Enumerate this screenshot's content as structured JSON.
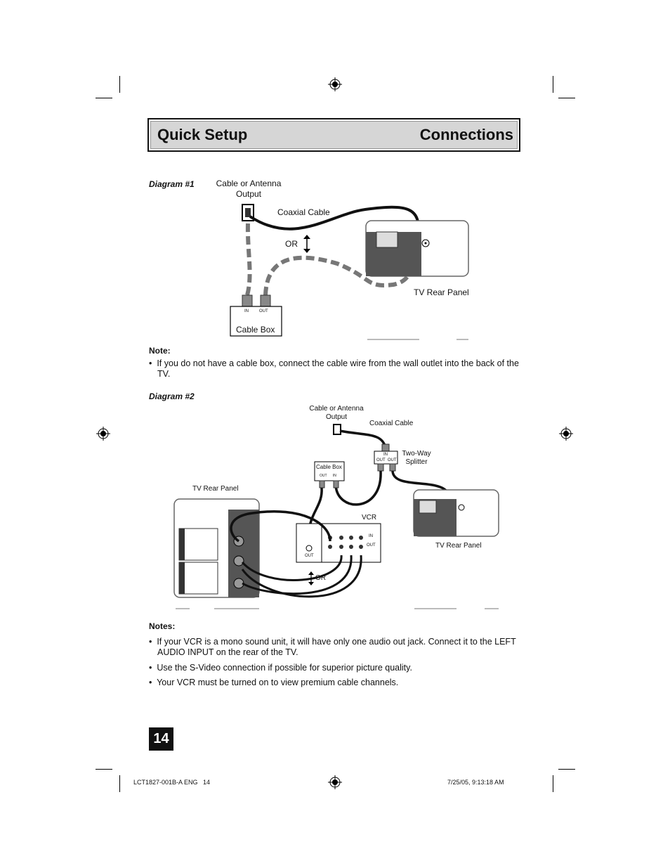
{
  "header": {
    "left_title": "Quick Setup",
    "right_title": "Connections"
  },
  "diagram1": {
    "label": "Diagram #1",
    "cable_output": "Cable or Antenna\nOutput",
    "coaxial_cable": "Coaxial Cable",
    "or": "OR",
    "tv_rear_panel": "TV Rear Panel",
    "cable_box": "Cable Box",
    "in": "IN",
    "out": "OUT"
  },
  "note1": {
    "heading": "Note:",
    "items": [
      "If you do not have a cable box, connect the cable wire from the wall outlet into the back of the TV."
    ]
  },
  "diagram2": {
    "label": "Diagram #2",
    "cable_output": "Cable or Antenna\nOutput",
    "coaxial_cable": "Coaxial Cable",
    "two_way_splitter": "Two-Way\nSplitter",
    "splitter_in": "IN",
    "splitter_out": "OUT  OUT",
    "cable_box": "Cable Box",
    "cable_box_ports": "OUT      IN",
    "tv_rear_panel_left": "TV Rear Panel",
    "tv_rear_panel_right": "TV Rear Panel",
    "vcr": "VCR",
    "vcr_in": "IN",
    "vcr_out": "OUT",
    "vcr_out_left": "OUT",
    "or": "OR"
  },
  "notes2": {
    "heading": "Notes:",
    "items": [
      "If your VCR is a mono sound unit, it will have only one audio out jack. Connect it to the LEFT AUDIO INPUT on the rear of the TV.",
      "Use the S-Video connection if possible for superior picture quality.",
      "Your VCR must be turned on to view premium cable channels."
    ]
  },
  "page_number": "14",
  "footer": {
    "left": "LCT1827-001B-A ENG   14",
    "right": "7/25/05, 9:13:18 AM"
  }
}
